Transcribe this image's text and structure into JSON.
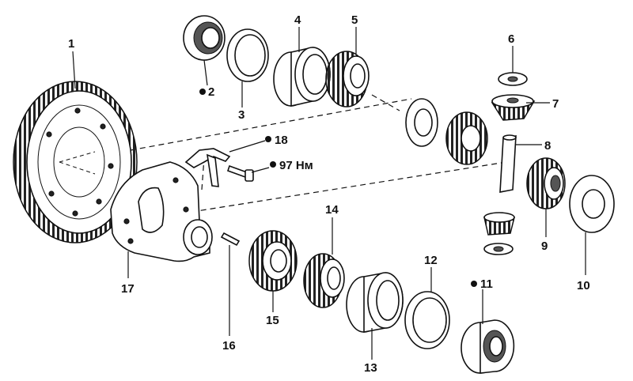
{
  "labels": {
    "l1": "1",
    "l2": "2",
    "l3": "3",
    "l4": "4",
    "l5": "5",
    "l6": "6",
    "l7": "7",
    "l8": "8",
    "l9": "9",
    "l10": "10",
    "l11": "11",
    "l12": "12",
    "l13": "13",
    "l14": "14",
    "l15": "15",
    "l16": "16",
    "l17": "17",
    "l18": "18",
    "torque": "97 Нм"
  }
}
